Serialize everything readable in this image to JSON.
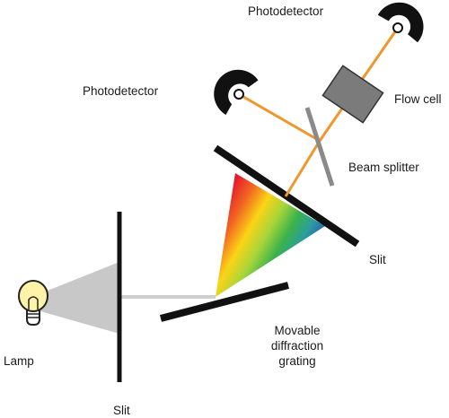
{
  "labels": {
    "photodetector_top": "Photodetector",
    "photodetector_left": "Photodetector",
    "flow_cell": "Flow cell",
    "beam_splitter": "Beam splitter",
    "slit_right": "Slit",
    "slit_bottom": "Slit",
    "lamp": "Lamp",
    "grating_line1": "Movable",
    "grating_line2": "diffraction",
    "grating_line3": "grating"
  },
  "colors": {
    "beam": "#f0962b",
    "component": "#111111",
    "flow_cell": "#7b7b7b",
    "beam_splitter": "#8a8a8a",
    "lamp_cone": "#c8c8c8",
    "lamp_bulb": "#fff3a8"
  }
}
